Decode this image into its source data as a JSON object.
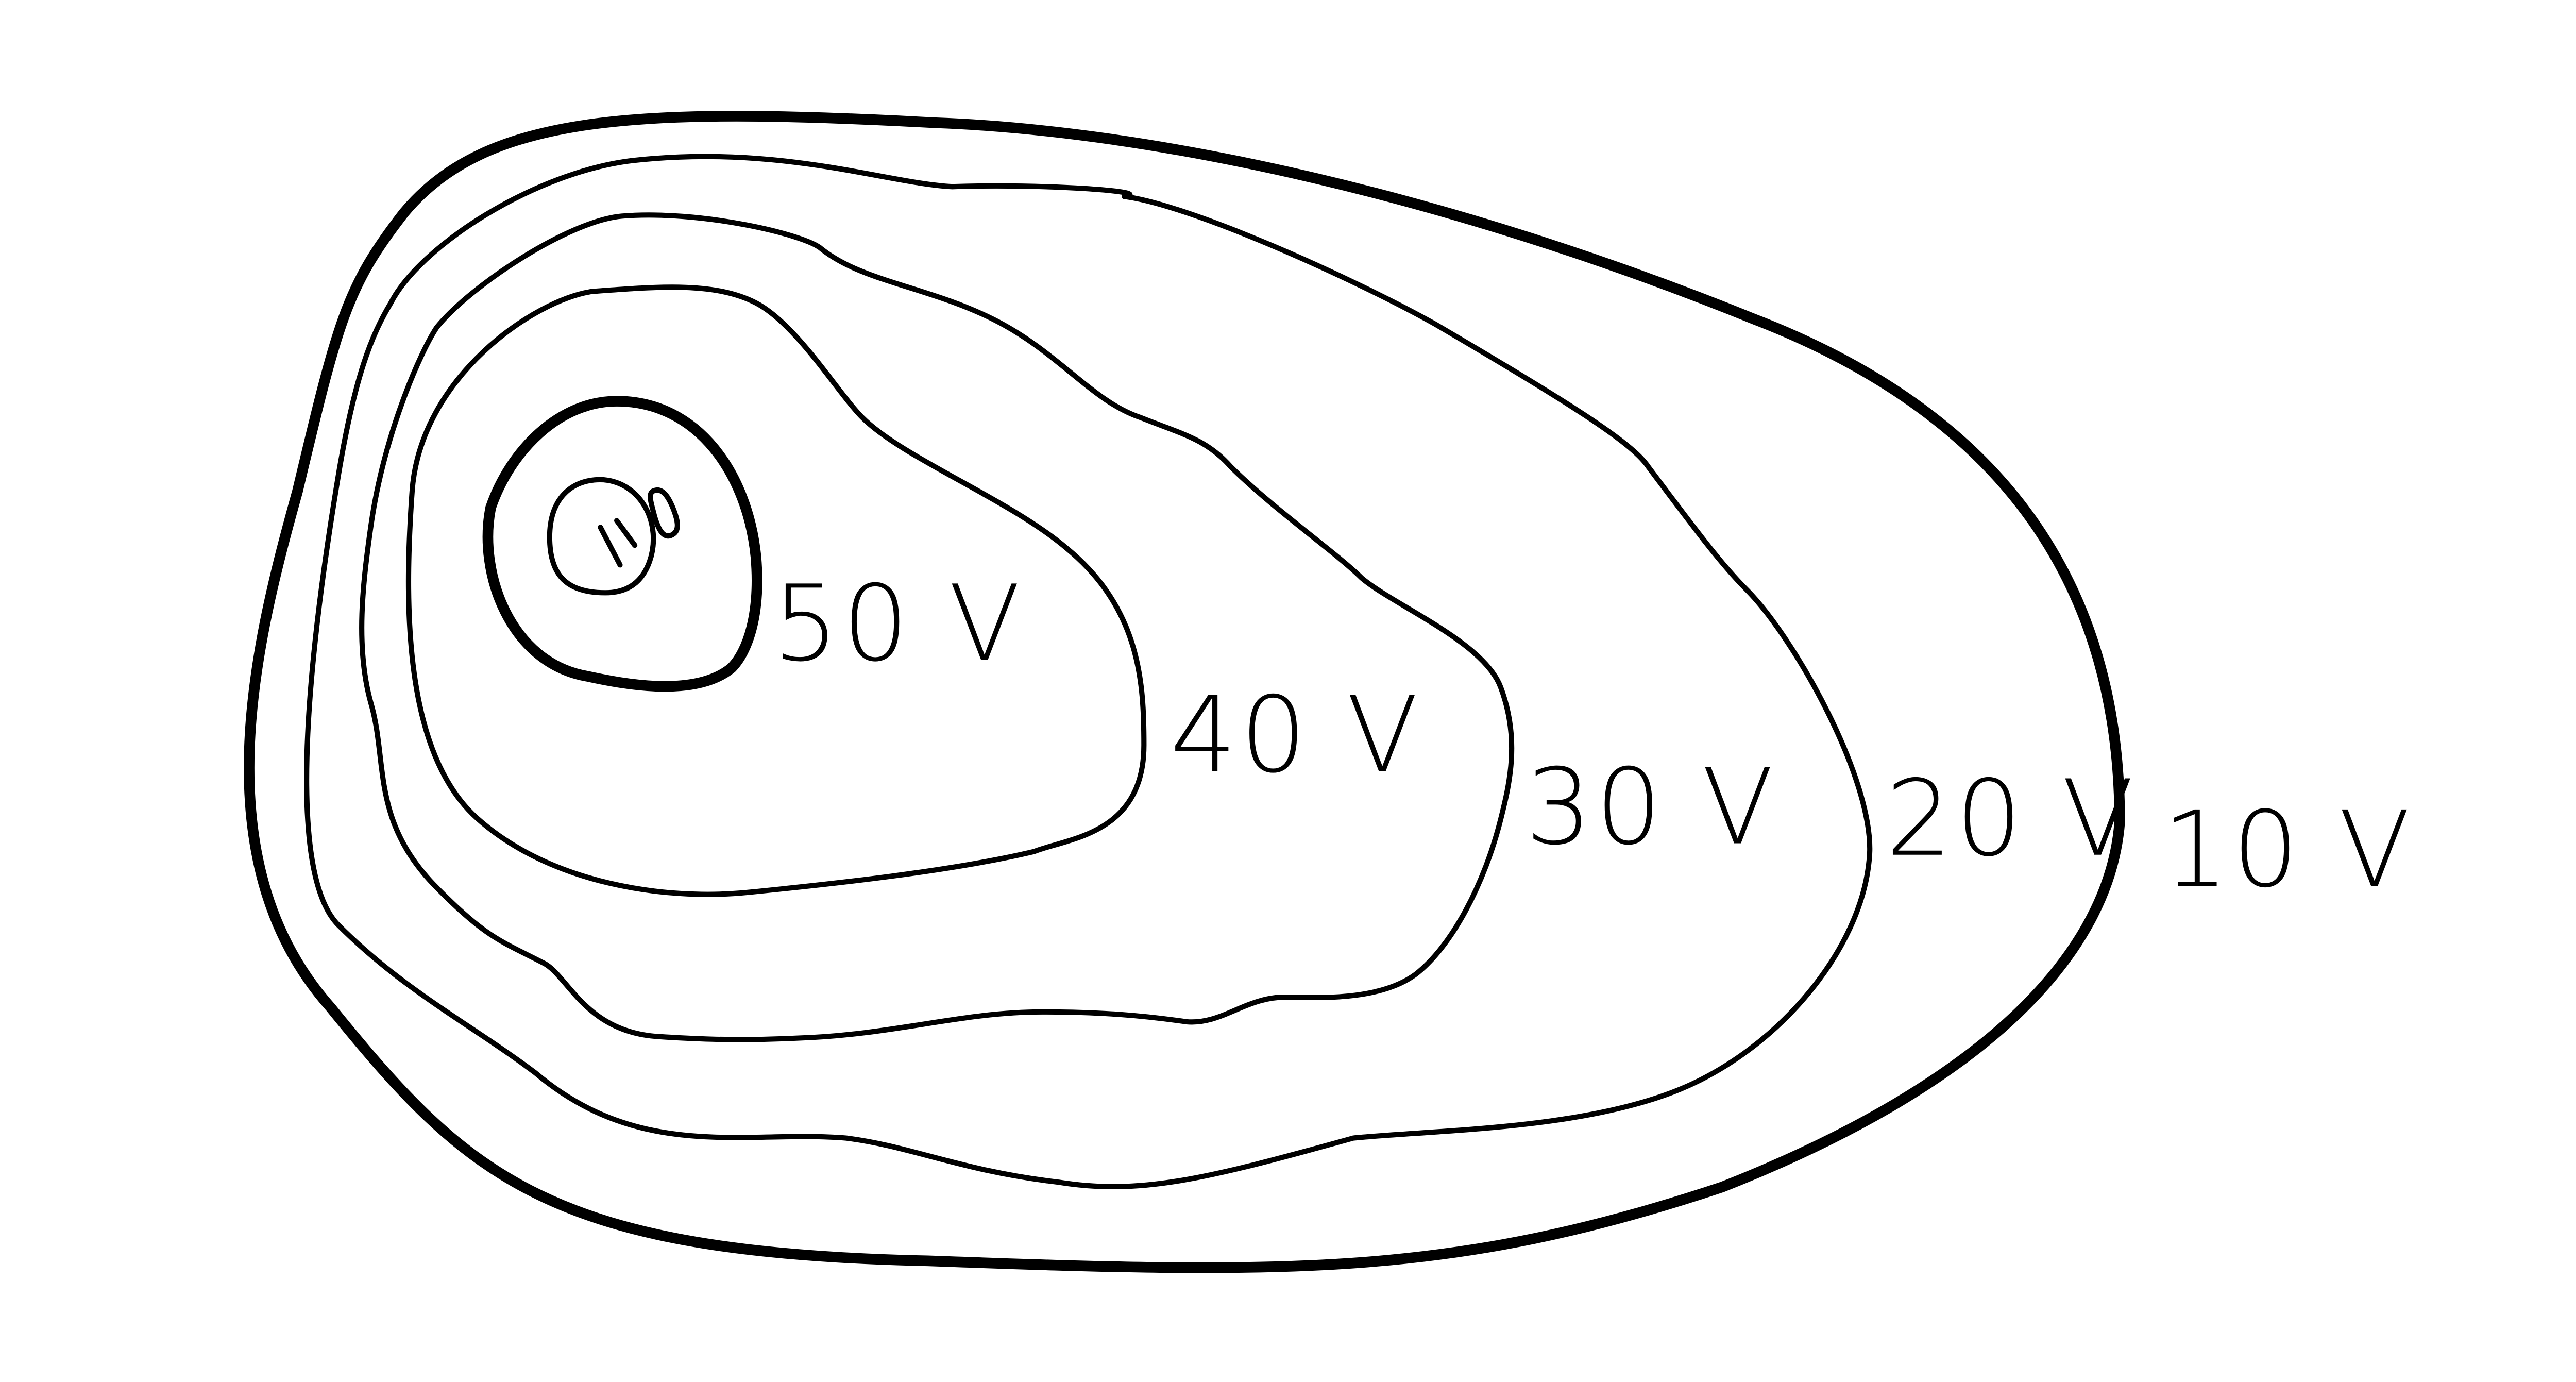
{
  "diagram": {
    "type": "equipotential-contour-map",
    "stroke_color": "#000000",
    "background_color": "#ffffff",
    "contours": [
      {
        "label": "10 V",
        "weight": "thick"
      },
      {
        "label": "20 V",
        "weight": "thin"
      },
      {
        "label": "30 V",
        "weight": "thin"
      },
      {
        "label": "40 V",
        "weight": "thin"
      },
      {
        "label": "50 V",
        "weight": "thick"
      }
    ]
  }
}
